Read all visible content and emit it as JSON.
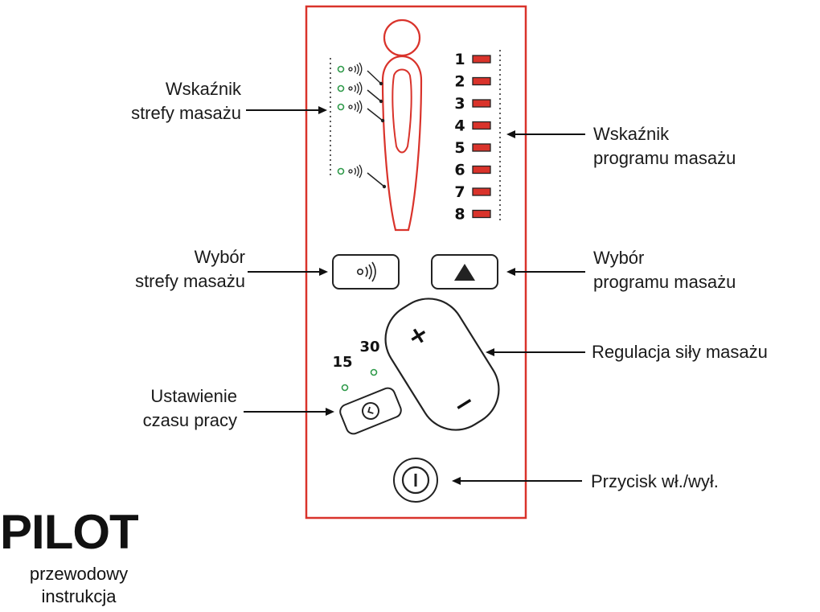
{
  "labels": {
    "zone_indicator": [
      "Wskaźnik",
      "strefy masażu"
    ],
    "program_indicator": [
      "Wskaźnik",
      "programu masażu"
    ],
    "zone_select": [
      "Wybór",
      "strefy masażu"
    ],
    "program_select": [
      "Wybór",
      "programu masażu"
    ],
    "intensity": "Regulacja siły masażu",
    "timer": [
      "Ustawienie",
      "czasu pracy"
    ],
    "power": "Przycisk wł./wył."
  },
  "program_numbers": [
    "1",
    "2",
    "3",
    "4",
    "5",
    "6",
    "7",
    "8"
  ],
  "timer_values": [
    "15",
    "30"
  ],
  "intensity_signs": {
    "plus": "+",
    "minus": "−"
  },
  "title": {
    "main": "PILOT",
    "sub": [
      "przewodowy",
      "instrukcja"
    ]
  },
  "colors": {
    "panel_border": "#d9332b",
    "led_green": "#2f9a4a",
    "program_led": "#d9332b",
    "text": "#111111"
  },
  "icons": {
    "zone_button": "vibration-waves-icon",
    "program_button": "triangle-up-icon",
    "timer_button": "clock-icon",
    "power_button": "power-icon"
  }
}
